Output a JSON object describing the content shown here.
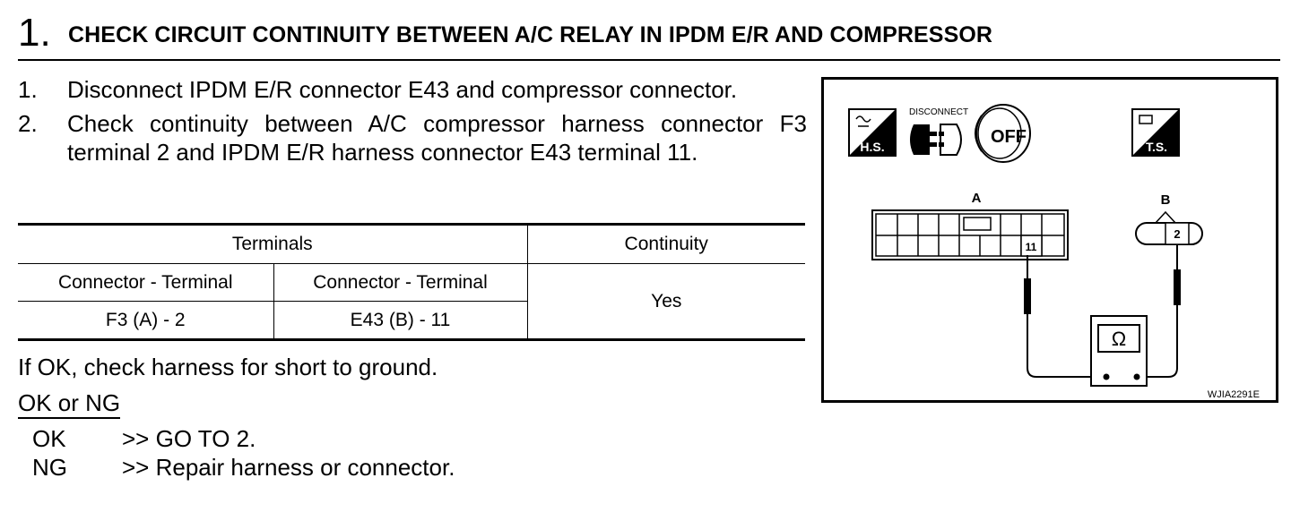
{
  "step": {
    "number": "1.",
    "title": "CHECK CIRCUIT CONTINUITY BETWEEN A/C RELAY IN IPDM E/R AND COMPRESSOR"
  },
  "instructions": [
    {
      "num": "1.",
      "text": "Disconnect IPDM E/R connector E43 and compressor connector."
    },
    {
      "num": "2.",
      "text": "Check continuity between A/C compressor harness connector F3 terminal 2 and IPDM E/R harness connector E43 terminal 11."
    }
  ],
  "table": {
    "group_header": "Terminals",
    "continuity_header": "Continuity",
    "col1_header": "Connector - Terminal",
    "col2_header": "Connector - Terminal",
    "row": {
      "a": "F3 (A) - 2",
      "b": "E43 (B) - 11",
      "continuity": "Yes"
    }
  },
  "result_note": "If OK, check harness for short to ground.",
  "decision_prompt": "OK or NG",
  "branches": [
    {
      "key": "OK",
      "action": ">> GO TO 2."
    },
    {
      "key": "NG",
      "action": ">> Repair harness or connector."
    }
  ],
  "figure": {
    "hs_label": "H.S.",
    "ts_label": "T.S.",
    "disconnect_label": "DISCONNECT",
    "off_label": "OFF",
    "connector_a_label": "A",
    "connector_b_label": "B",
    "terminal_a": "11",
    "terminal_b": "2",
    "ohm_symbol": "Ω",
    "figure_id": "WJIA2291E"
  }
}
